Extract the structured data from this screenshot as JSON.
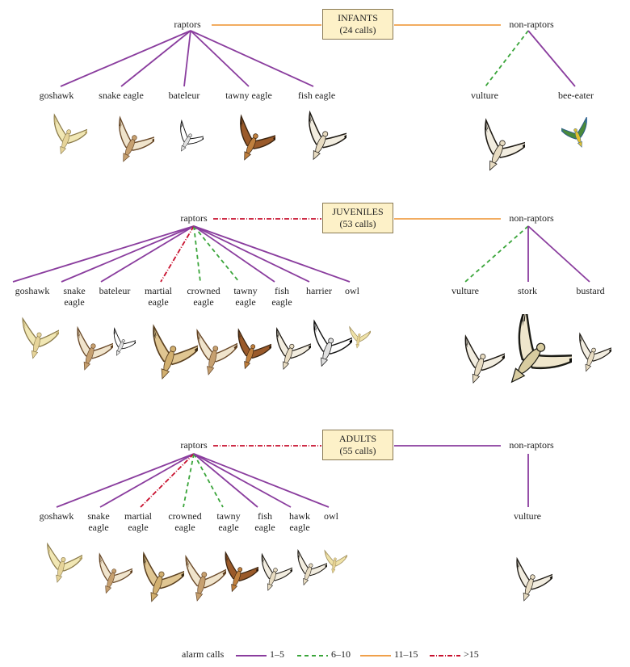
{
  "colors": {
    "purple": "#8a3d9e",
    "green": "#3aa53a",
    "orange": "#f0a04a",
    "red": "#c8102e"
  },
  "infants": {
    "box_title": "INFANTS",
    "box_calls": "(24 calls)",
    "left_parent": "raptors",
    "right_parent": "non-raptors",
    "raptors": [
      "goshawk",
      "snake eagle",
      "bateleur",
      "tawny eagle",
      "fish eagle"
    ],
    "nonraptors": [
      "vulture",
      "bee-eater"
    ]
  },
  "juveniles": {
    "box_title": "JUVENILES",
    "box_calls": "(53 calls)",
    "left_parent": "raptors",
    "right_parent": "non-raptors",
    "raptors": [
      "goshawk",
      "snake\neagle",
      "bateleur",
      "martial\neagle",
      "crowned\neagle",
      "tawny\neagle",
      "fish\neagle",
      "harrier",
      "owl"
    ],
    "nonraptors": [
      "vulture",
      "stork",
      "bustard"
    ]
  },
  "adults": {
    "box_title": "ADULTS",
    "box_calls": "(55 calls)",
    "left_parent": "raptors",
    "right_parent": "non-raptors",
    "raptors": [
      "goshawk",
      "snake\neagle",
      "martial\neagle",
      "crowned\neagle",
      "tawny\neagle",
      "fish\neagle",
      "hawk\neagle",
      "owl"
    ],
    "nonraptors": [
      "vulture"
    ]
  },
  "legend": {
    "title": "alarm calls",
    "items": [
      "1–5",
      "6–10",
      "11–15",
      ">15"
    ]
  }
}
